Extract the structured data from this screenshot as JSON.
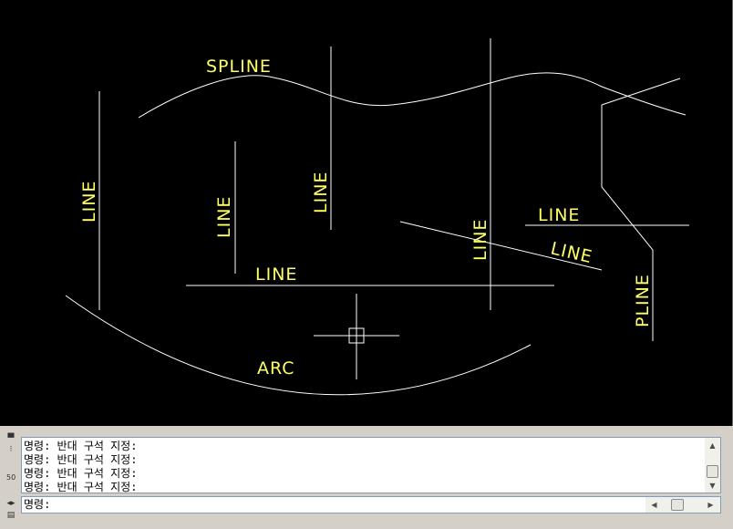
{
  "drawing": {
    "labels": {
      "spline": "SPLINE",
      "line_left": "LINE",
      "line_mid": "LINE",
      "line_center": "LINE",
      "line_horizontal": "LINE",
      "line_right_vertical": "LINE",
      "line_right_top": "LINE",
      "line_diagonal": "LINE",
      "pline": "PLINE",
      "arc": "ARC"
    },
    "colors": {
      "background": "#000000",
      "geometry": "#ffffff",
      "text": "#ffff66"
    },
    "cursor_icon": "crosshair-pickbox-icon"
  },
  "command_line": {
    "history": [
      "명령: 반대 구석 지정:",
      "명령: 반대 구석 지정:",
      "명령: 반대 구석 지정:",
      "명령: 반대 구석 지정:"
    ],
    "prompt_label": "명령:",
    "prompt_value": "",
    "grip_icons": [
      "pin-icon",
      "properties-icon",
      "transparency-50-icon",
      "collapse-icon",
      "list-icon"
    ],
    "grip_transparency": "50"
  }
}
